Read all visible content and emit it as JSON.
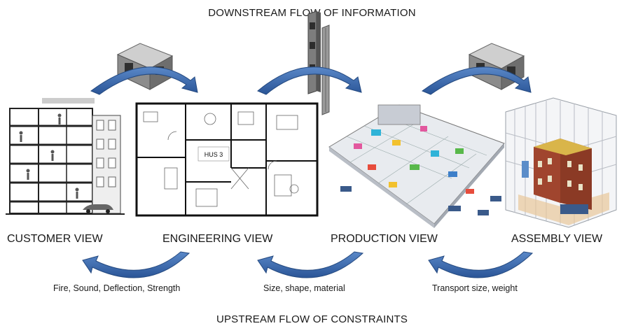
{
  "diagram": {
    "top_title": "DOWNSTREAM FLOW OF INFORMATION",
    "bottom_title": "UPSTREAM FLOW OF CONSTRAINTS",
    "views": [
      {
        "label": "CUSTOMER VIEW"
      },
      {
        "label": "ENGINEERING VIEW"
      },
      {
        "label": "PRODUCTION VIEW"
      },
      {
        "label": "ASSEMBLY VIEW"
      }
    ],
    "constraints": [
      {
        "label": "Fire, Sound, Deflection, Strength"
      },
      {
        "label": "Size, shape, material"
      },
      {
        "label": "Transport size, weight"
      }
    ],
    "floorplan_label": "HUS 3",
    "colors": {
      "arrow_fill": "#3f6fb0",
      "arrow_dark": "#254a80",
      "wall_gray": "#9a9a9a",
      "brick": "#a0452e",
      "frame_gray": "#b8bcc4"
    }
  }
}
